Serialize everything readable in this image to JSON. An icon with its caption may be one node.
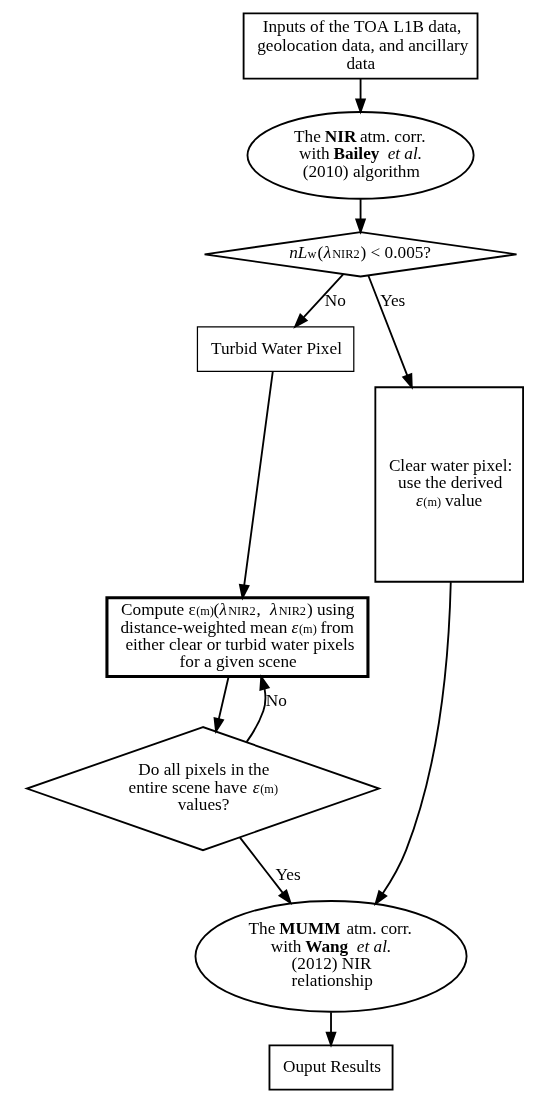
{
  "diagram": {
    "nodes": [
      {
        "text": [
          "Inputs of the TOA L1B data, geolocation data, and ancillary data"
        ]
      },
      {
        "text": [
          "The **NIR** atm. corr. with **Bailey** *et al.* (2010) algorithm"
        ]
      },
      {
        "text": [
          "*nL*$_{w}$(*λ*$_{NIR2}$) < 0.005?"
        ]
      },
      {
        "text": [
          "Turbid Water Pixel"
        ]
      },
      {
        "text": [
          "Compute ε$^{(m)}$(*λ*$_{NIR2}$, *λ*$_{NIR2}$) using distance-weighted mean *ε*$^{(m)}$ from either clear or turbid water pixels for a given scene"
        ]
      },
      {
        "text": [
          "Do all pixels in the entire scene have *ε*$^{(m)}$ values?"
        ]
      },
      {
        "text": [
          "The **MUMM** atm. corr. with **Wang** *et al.* (2012) NIR relationship"
        ]
      },
      {
        "text": [
          "Ouput Results"
        ]
      },
      {
        "text": [
          "Clear water pixel: use the derived *ε*$^{(m)}$ value"
        ]
      }
    ],
    "edges": [
      {
        "from": 0,
        "to": 1,
        "arrow": "to"
      },
      {
        "from": 1,
        "to": 2,
        "arrow": "to"
      },
      {
        "from": 2,
        "to": 3,
        "arrow": "to",
        "label": "No"
      },
      {
        "from": 2,
        "to": 8,
        "arrow": "to",
        "label": "Yes"
      },
      {
        "from": 3,
        "to": 4,
        "arrow": "to"
      },
      {
        "from": 4,
        "to": 5,
        "arrow": "to"
      },
      {
        "from": 5,
        "to": 6,
        "arrow": "to",
        "label": "Yes"
      },
      {
        "from": 5,
        "to": 4,
        "arrow": "to",
        "label": "No"
      },
      {
        "from": 8,
        "to": 6,
        "arrow": "to"
      },
      {
        "from": 6,
        "to": 7,
        "arrow": "to"
      }
    ]
  }
}
